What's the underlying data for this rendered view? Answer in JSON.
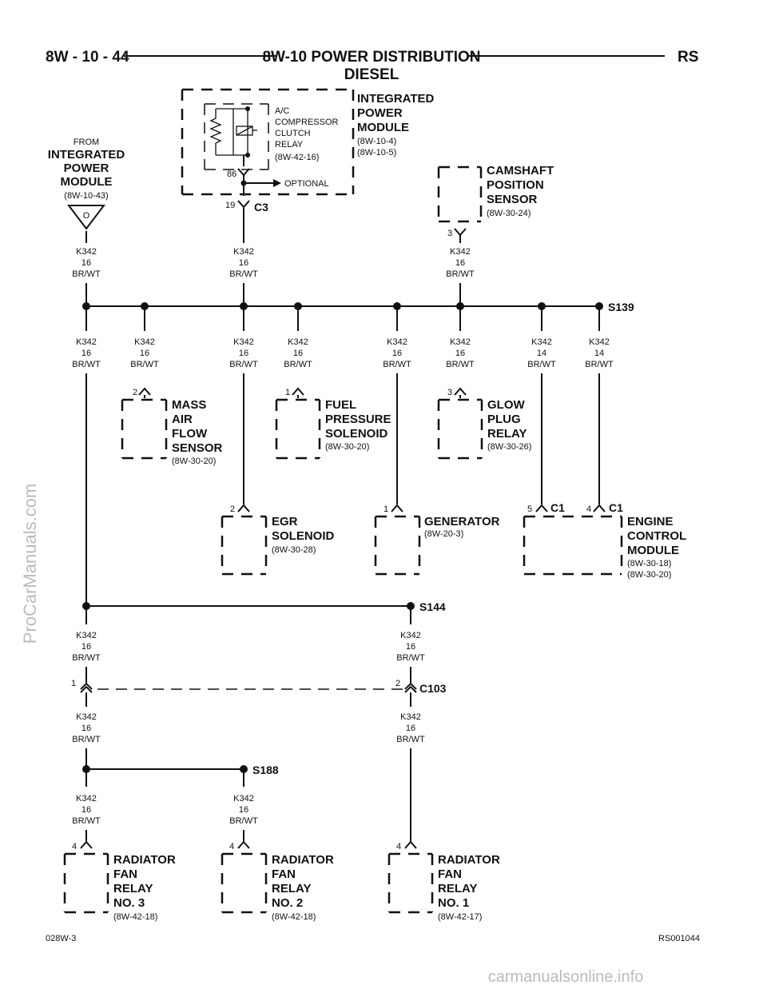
{
  "header": {
    "page_number": "8W - 10 - 44",
    "title": "8W-10 POWER DISTRIBUTION",
    "subtitle": "DIESEL",
    "code": "RS"
  },
  "footer": {
    "left": "028W-3",
    "right": "RS001044"
  },
  "watermarks": {
    "side": "ProCarManuals.com",
    "bottom": "carmanualsonline.info"
  },
  "from_ipm": {
    "from": "FROM",
    "line1": "INTEGRATED",
    "line2": "POWER",
    "line3": "MODULE",
    "ref": "(8W-10-43)",
    "connector": "O"
  },
  "ipm_box": {
    "line1": "INTEGRATED",
    "line2": "POWER",
    "line3": "MODULE",
    "ref1": "(8W-10-4)",
    "ref2": "(8W-10-5)",
    "relay_line1": "A/C",
    "relay_line2": "COMPRESSOR",
    "relay_line3": "CLUTCH",
    "relay_line4": "RELAY",
    "relay_ref": "(8W-42-16)",
    "terminal": "86",
    "optional": "OPTIONAL",
    "pin": "19",
    "connector": "C3"
  },
  "camshaft": {
    "line1": "CAMSHAFT",
    "line2": "POSITION",
    "line3": "SENSOR",
    "ref": "(8W-30-24)",
    "pin": "3"
  },
  "wire_labels": {
    "w1": {
      "circuit": "K342",
      "gauge": "16",
      "color": "BR/WT"
    },
    "w2": {
      "circuit": "K342",
      "gauge": "16",
      "color": "BR/WT"
    },
    "w3": {
      "circuit": "K342",
      "gauge": "16",
      "color": "BR/WT"
    },
    "w4": {
      "circuit": "K342",
      "gauge": "16",
      "color": "BR/WT"
    },
    "w5": {
      "circuit": "K342",
      "gauge": "16",
      "color": "BR/WT"
    },
    "w6": {
      "circuit": "K342",
      "gauge": "16",
      "color": "BR/WT"
    },
    "w7": {
      "circuit": "K342",
      "gauge": "16",
      "color": "BR/WT"
    },
    "w8": {
      "circuit": "K342",
      "gauge": "16",
      "color": "BR/WT"
    },
    "w9": {
      "circuit": "K342",
      "gauge": "16",
      "color": "BR/WT"
    },
    "w10": {
      "circuit": "K342",
      "gauge": "14",
      "color": "BR/WT"
    },
    "w11": {
      "circuit": "K342",
      "gauge": "14",
      "color": "BR/WT"
    },
    "w12": {
      "circuit": "K342",
      "gauge": "16",
      "color": "BR/WT"
    },
    "w13": {
      "circuit": "K342",
      "gauge": "16",
      "color": "BR/WT"
    },
    "w14": {
      "circuit": "K342",
      "gauge": "16",
      "color": "BR/WT"
    },
    "w15": {
      "circuit": "K342",
      "gauge": "16",
      "color": "BR/WT"
    },
    "w16": {
      "circuit": "K342",
      "gauge": "16",
      "color": "BR/WT"
    },
    "w17": {
      "circuit": "K342",
      "gauge": "16",
      "color": "BR/WT"
    }
  },
  "splices": {
    "s139": "S139",
    "s144": "S144",
    "s188": "S188",
    "c103": "C103"
  },
  "components": {
    "maf": {
      "line1": "MASS",
      "line2": "AIR",
      "line3": "FLOW",
      "line4": "SENSOR",
      "ref": "(8W-30-20)",
      "pin": "2"
    },
    "fuel": {
      "line1": "FUEL",
      "line2": "PRESSURE",
      "line3": "SOLENOID",
      "ref": "(8W-30-20)",
      "pin": "1"
    },
    "glow": {
      "line1": "GLOW",
      "line2": "PLUG",
      "line3": "RELAY",
      "ref": "(8W-30-26)",
      "pin": "3"
    },
    "egr": {
      "line1": "EGR",
      "line2": "SOLENOID",
      "ref": "(8W-30-28)",
      "pin": "2"
    },
    "gen": {
      "line1": "GENERATOR",
      "ref": "(8W-20-3)",
      "pin": "1"
    },
    "ecm": {
      "line1": "ENGINE",
      "line2": "CONTROL",
      "line3": "MODULE",
      "ref1": "(8W-30-18)",
      "ref2": "(8W-30-20)",
      "pin_a": "5",
      "conn_a": "C1",
      "pin_b": "4",
      "conn_b": "C1"
    },
    "c103": {
      "pin_left": "1",
      "pin_right": "2"
    },
    "rfr3": {
      "line1": "RADIATOR",
      "line2": "FAN",
      "line3": "RELAY",
      "line4": "NO. 3",
      "ref": "(8W-42-18)",
      "pin": "4"
    },
    "rfr2": {
      "line1": "RADIATOR",
      "line2": "FAN",
      "line3": "RELAY",
      "line4": "NO. 2",
      "ref": "(8W-42-18)",
      "pin": "4"
    },
    "rfr1": {
      "line1": "RADIATOR",
      "line2": "FAN",
      "line3": "RELAY",
      "line4": "NO. 1",
      "ref": "(8W-42-17)",
      "pin": "4"
    }
  }
}
